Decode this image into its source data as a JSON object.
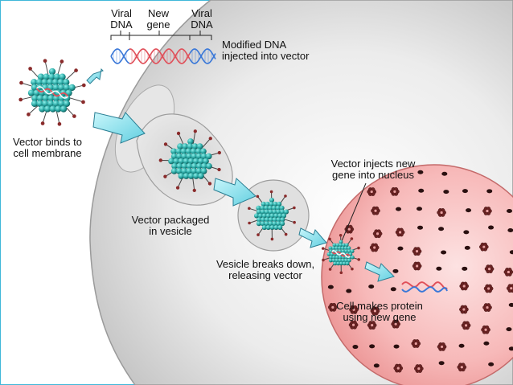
{
  "labels": {
    "viral_dna_left": [
      "Viral",
      "DNA"
    ],
    "new_gene": [
      "New",
      "gene"
    ],
    "viral_dna_right": [
      "Viral",
      "DNA"
    ],
    "modified_dna": [
      "Modified DNA",
      "injected into vector"
    ],
    "vector_binds": [
      "Vector binds to",
      "cell membrane"
    ],
    "vector_packaged": [
      "Vector packaged",
      "in vesicle"
    ],
    "vector_injects": [
      "Vector injects new",
      "gene into nucleus"
    ],
    "vesicle_breaks": [
      "Vesicle breaks down,",
      "releasing vector"
    ],
    "cell_makes_protein": [
      "Cell makes protein",
      "using new gene"
    ]
  },
  "colors": {
    "virus_body": "#2a9f9c",
    "arrow_fill": "#8fe3ee",
    "dna_blue": "#3a78d8",
    "dna_red": "#e0505a",
    "nucleus": "#f4a8a8",
    "spike_tip": "#8a2b2b"
  }
}
